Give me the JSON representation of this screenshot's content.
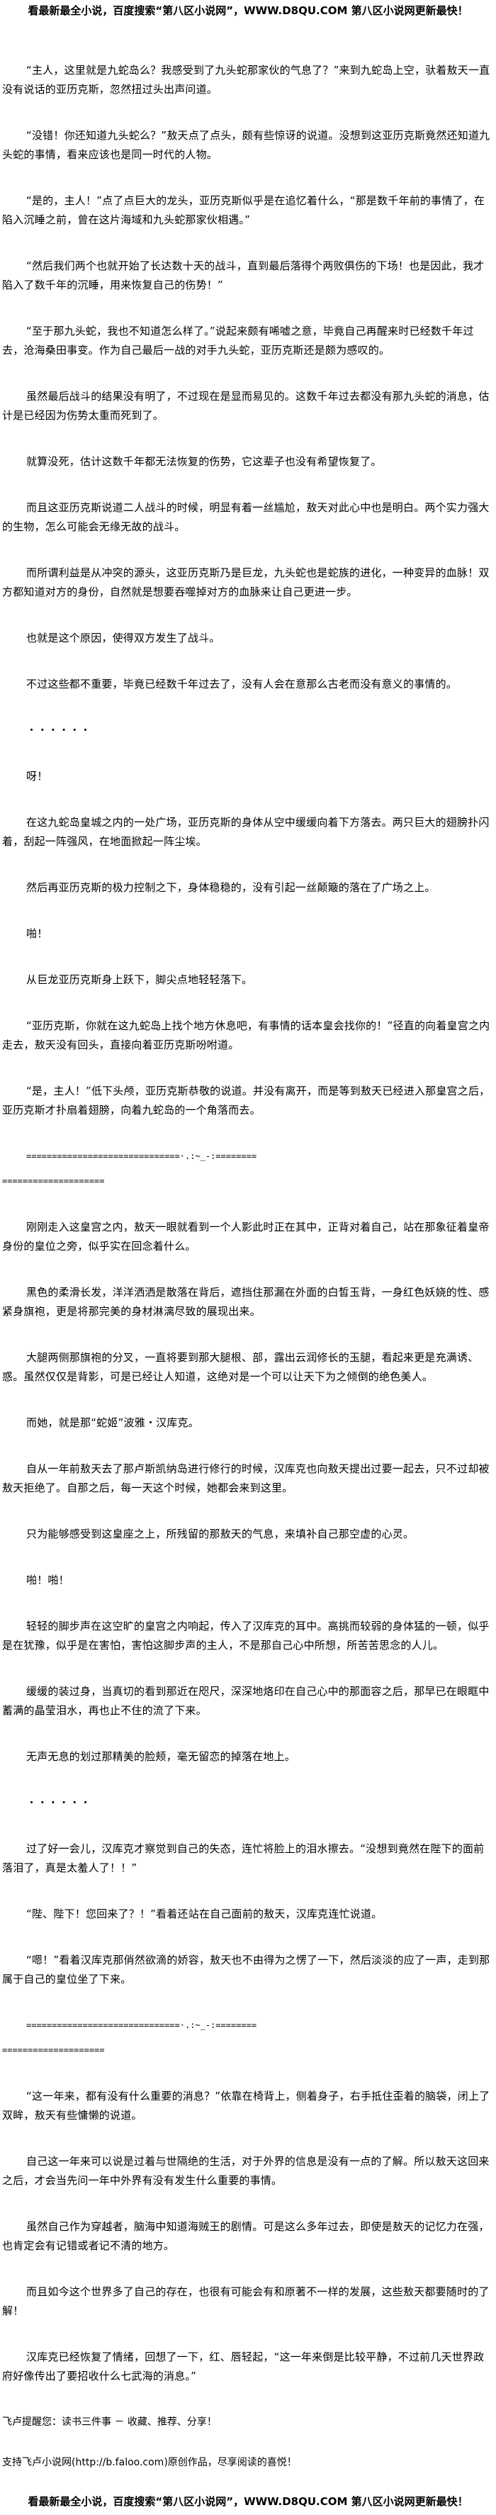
{
  "banner": "看最新最全小说，百度搜索“第八区小说网”，WWW.D8QU.COM 第八区小说网更新最快！",
  "separator": {
    "line1": "==============================·.:~_-:========",
    "line2": "===================="
  },
  "blocks": [
    {
      "type": "p",
      "text": "“主人，这里就是九蛇岛么？我感受到了九头蛇那家伙的气息了？”来到九蛇岛上空，驮着敖天一直没有说话的亚历克斯，忽然扭过头出声问道。"
    },
    {
      "type": "p",
      "text": "“没错！你还知道九头蛇么？”敖天点了点头，颇有些惊讶的说道。没想到这亚历克斯竟然还知道九头蛇的事情，看来应该也是同一时代的人物。"
    },
    {
      "type": "p",
      "text": "“是的，主人！”点了点巨大的龙头，亚历克斯似乎是在追忆着什么，“那是数千年前的事情了，在陷入沉睡之前，曾在这片海域和九头蛇那家伙相遇。”"
    },
    {
      "type": "p",
      "text": "“然后我们两个也就开始了长达数十天的战斗，直到最后落得个两败俱伤的下场！也是因此，我才陷入了数千年的沉睡，用来恢复自己的伤势！”"
    },
    {
      "type": "p",
      "text": "“至于那九头蛇，我也不知道怎么样了。”说起来颇有唏嘘之意，毕竟自己再醒来时已经数千年过去，沧海桑田事变。作为自己最后一战的对手九头蛇，亚历克斯还是颇为感叹的。"
    },
    {
      "type": "p",
      "text": "虽然最后战斗的结果没有明了，不过现在是显而易见的。这数千年过去都没有那九头蛇的消息，估计是已经因为伤势太重而死到了。"
    },
    {
      "type": "p",
      "text": "就算没死，估计这数千年都无法恢复的伤势，它这辈子也没有希望恢复了。"
    },
    {
      "type": "p",
      "text": "而且这亚历克斯说道二人战斗的时候，明显有着一丝尴尬，敖天对此心中也是明白。两个实力强大的生物，怎么可能会无缘无故的战斗。"
    },
    {
      "type": "p",
      "text": "而所谓利益是从冲突的源头，这亚历克斯乃是巨龙，九头蛇也是蛇族的进化，一种变异的血脉！双方都知道对方的身份，自然就是想要吞噬掉对方的血脉来让自己更进一步。"
    },
    {
      "type": "p",
      "text": "也就是这个原因，使得双方发生了战斗。"
    },
    {
      "type": "p",
      "text": "不过这些都不重要，毕竟已经数千年过去了，没有人会在意那么古老而没有意义的事情的。"
    },
    {
      "type": "p",
      "text": "・・・・・・"
    },
    {
      "type": "p",
      "text": "呀！"
    },
    {
      "type": "p",
      "text": "在这九蛇岛皇城之内的一处广场，亚历克斯的身体从空中缓缓向着下方落去。两只巨大的翅膀扑闪着，刮起一阵强风，在地面掀起一阵尘埃。"
    },
    {
      "type": "p",
      "text": "然后再亚历克斯的极力控制之下，身体稳稳的，没有引起一丝颠簸的落在了广场之上。"
    },
    {
      "type": "p",
      "text": "啪！"
    },
    {
      "type": "p",
      "text": "从巨龙亚历克斯身上跃下，脚尖点地轻轻落下。"
    },
    {
      "type": "p",
      "text": "“亚历克斯，你就在这九蛇岛上找个地方休息吧，有事情的话本皇会找你的！”径直的向着皇宫之内走去，敖天没有回头，直接向着亚历克斯吩咐道。"
    },
    {
      "type": "p",
      "text": "“是，主人！”低下头颅，亚历克斯恭敬的说道。并没有离开，而是等到敖天已经进入那皇宫之后，亚历克斯才扑扇着翅膀，向着九蛇岛的一个角落而去。"
    },
    {
      "type": "sep"
    },
    {
      "type": "p",
      "text": "刚刚走入这皇宫之内，敖天一眼就看到一个人影此时正在其中，正背对着自己，站在那象征着皇帝身份的皇位之旁，似乎实在回念着什么。"
    },
    {
      "type": "p",
      "text": "黑色的柔滑长发，洋洋洒洒是散落在背后，遮挡住那漏在外面的白皙玉背，一身红色妖娆的性、感紧身旗袍，更是将那完美的身材淋漓尽致的展现出来。"
    },
    {
      "type": "p",
      "text": "大腿两侧那旗袍的分叉，一直将要到那大腿根、部，露出云润修长的玉腿，看起来更是充满诱、惑。虽然仅仅是背影，可是已经让人知道，这绝对是一个可以让天下为之倾倒的绝色美人。"
    },
    {
      "type": "p",
      "text": "而她，就是那“蛇姬”波雅・汉库克。"
    },
    {
      "type": "p",
      "text": "自从一年前敖天去了那卢斯凯纳岛进行修行的时候，汉库克也向敖天提出过要一起去，只不过却被敖天拒绝了。自那之后，每一天这个时候，她都会来到这里。"
    },
    {
      "type": "p",
      "text": "只为能够感受到这皇座之上，所残留的那敖天的气息，来填补自己那空虚的心灵。"
    },
    {
      "type": "p",
      "text": "啪！啪！"
    },
    {
      "type": "p",
      "text": "轻轻的脚步声在这空旷的皇宫之内响起，传入了汉库克的耳中。高挑而较弱的身体猛的一顿，似乎是在犹豫，似乎是在害怕，害怕这脚步声的主人，不是那自己心中所想，所苦苦思念的人儿。"
    },
    {
      "type": "p",
      "text": "缓缓的装过身，当真切的看到那近在咫尺，深深地烙印在自己心中的那面容之后，那早已在眼眶中蓄满的晶莹泪水，再也止不住的流了下来。"
    },
    {
      "type": "p",
      "text": "无声无息的划过那精美的脸颊，毫无留恋的掉落在地上。"
    },
    {
      "type": "p",
      "text": "・・・・・・"
    },
    {
      "type": "p",
      "text": "过了好一会儿，汉库克才察觉到自己的失态，连忙将脸上的泪水擦去。“没想到竟然在陛下的面前落泪了，真是太羞人了！！”"
    },
    {
      "type": "p",
      "text": "“陛、陛下！您回来了？！”看着还站在自己面前的敖天，汉库克连忙说道。"
    },
    {
      "type": "p",
      "text": "“嗯！”看着汉库克那俏然欲滴的娇容，敖天也不由得为之愣了一下，然后淡淡的应了一声，走到那属于自己的皇位坐了下来。"
    },
    {
      "type": "sep"
    },
    {
      "type": "p",
      "text": "“这一年来，都有没有什么重要的消息？”依靠在椅背上，侧着身子，右手抵住歪着的脑袋，闭上了双眸，敖天有些慵懒的说道。"
    },
    {
      "type": "p",
      "text": "自己这一年来可以说是过着与世隔绝的生活，对于外界的信息是没有一点的了解。所以敖天这回来之后，才会当先问一年中外界有没有发生什么重要的事情。"
    },
    {
      "type": "p",
      "text": "虽然自己作为穿越者，脑海中知道海贼王的剧情。可是这么多年过去，即使是敖天的记忆力在强，也肯定会有记错或者记不清的地方。"
    },
    {
      "type": "p",
      "text": "而且如今这个世界多了自己的存在，也很有可能会有和原著不一样的发展，这些敖天都要随时的了解！"
    },
    {
      "type": "p",
      "text": "汉库克已经恢复了情绪，回想了一下，红、唇轻起，“这一年来倒是比较平静，不过前几天世界政府好像传出了要招收什么七武海的消息。”"
    }
  ],
  "footer": {
    "reminder": "飞卢提醒您：读书三件事 － 收藏、推荐、分享！",
    "support": "支持飞卢小说网(http://b.faloo.com)原创作品，尽享阅读的喜悦！"
  }
}
